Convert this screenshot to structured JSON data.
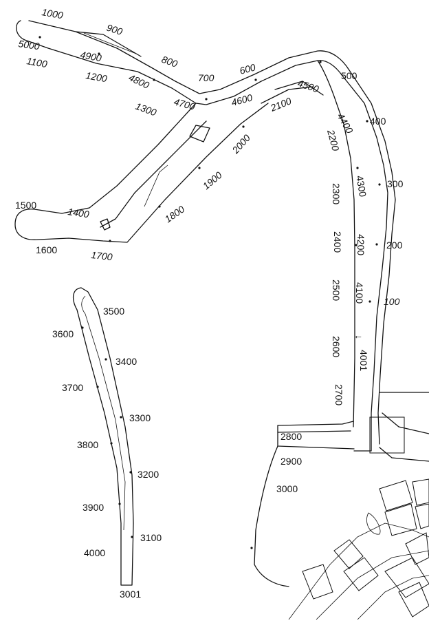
{
  "map": {
    "route_labels": {
      "l100": "100",
      "l200": "200",
      "l300": "300",
      "l400": "400",
      "l500": "500",
      "l600": "600",
      "l700": "700",
      "l800": "800",
      "l900": "900",
      "l1000": "1000",
      "l1100": "1100",
      "l1200": "1200",
      "l1300": "1300",
      "l1400": "1400",
      "l1500": "1500",
      "l1600": "1600",
      "l1700": "1700",
      "l1800": "1800",
      "l1900": "1900",
      "l2000": "2000",
      "l2100": "2100",
      "l2200": "2200",
      "l2300": "2300",
      "l2400": "2400",
      "l2500": "2500",
      "l2600": "2600",
      "l2700": "2700",
      "l2800": "2800",
      "l2900": "2900",
      "l3000": "3000",
      "l3001": "3001",
      "l3100": "3100",
      "l3200": "3200",
      "l3300": "3300",
      "l3400": "3400",
      "l3500": "3500",
      "l3600": "3600",
      "l3700": "3700",
      "l3800": "3800",
      "l3900": "3900",
      "l4000": "4000",
      "l4001": "4001",
      "l4100": "4100",
      "l4200": "4200",
      "l4300": "4300",
      "l4400": "4400",
      "l4500": "4500",
      "l4600": "4600",
      "l4700": "4700",
      "l4800": "4800",
      "l4900": "4900",
      "l5000": "5000"
    },
    "start_arrow": "←",
    "colors": {
      "ink": "#111111",
      "paper": "#ffffff"
    }
  }
}
